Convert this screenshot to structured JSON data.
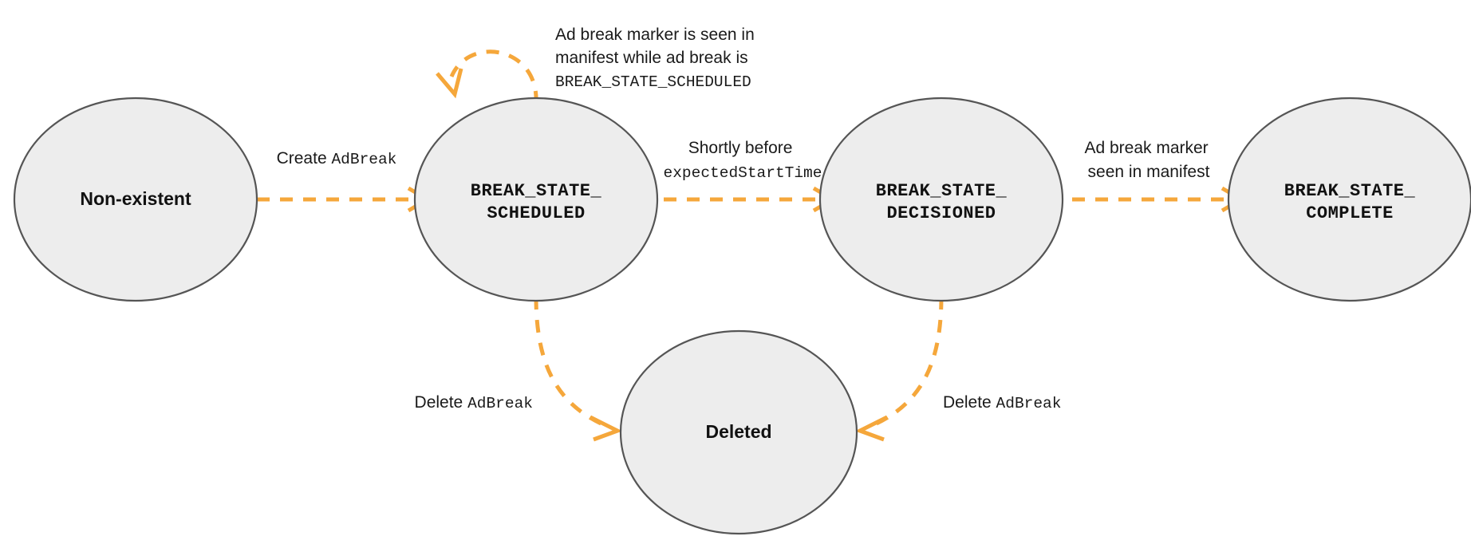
{
  "diagram": {
    "title": "AdBreak state machine",
    "background_color": "#ffffff",
    "node_fill": "#ededed",
    "node_stroke": "#555555",
    "edge_color": "#f5a73b",
    "nodes": [
      {
        "id": "non-existent",
        "label": "Non-existent",
        "label_lines": [
          "Non-existent"
        ],
        "style": "plain"
      },
      {
        "id": "break-state-scheduled",
        "label": "BREAK_STATE_SCHEDULED",
        "label_lines": [
          "BREAK_STATE_",
          "SCHEDULED"
        ],
        "style": "mono"
      },
      {
        "id": "break-state-decisioned",
        "label": "BREAK_STATE_DECISIONED",
        "label_lines": [
          "BREAK_STATE_",
          "DECISIONED"
        ],
        "style": "mono"
      },
      {
        "id": "break-state-complete",
        "label": "BREAK_STATE_COMPLETE",
        "label_lines": [
          "BREAK_STATE_",
          "COMPLETE"
        ],
        "style": "mono"
      },
      {
        "id": "deleted",
        "label": "Deleted",
        "label_lines": [
          "Deleted"
        ],
        "style": "plain"
      }
    ],
    "edges": [
      {
        "id": "create-adbreak",
        "from": "non-existent",
        "to": "break-state-scheduled",
        "label_lines": [
          [
            {
              "text": "Create ",
              "font": "sans"
            },
            {
              "text": "AdBreak",
              "font": "mono"
            }
          ]
        ]
      },
      {
        "id": "marker-seen-while-scheduled",
        "from": "break-state-scheduled",
        "to": "break-state-scheduled",
        "label_lines": [
          [
            {
              "text": "Ad break marker is seen in",
              "font": "sans"
            }
          ],
          [
            {
              "text": "manifest while ad break is",
              "font": "sans"
            }
          ],
          [
            {
              "text": "BREAK_STATE_SCHEDULED",
              "font": "mono"
            }
          ]
        ]
      },
      {
        "id": "shortly-before-expected-start-time",
        "from": "break-state-scheduled",
        "to": "break-state-decisioned",
        "label_lines": [
          [
            {
              "text": "Shortly before",
              "font": "sans"
            }
          ],
          [
            {
              "text": "expectedStartTime",
              "font": "mono"
            }
          ]
        ]
      },
      {
        "id": "marker-seen-in-manifest",
        "from": "break-state-decisioned",
        "to": "break-state-complete",
        "label_lines": [
          [
            {
              "text": "Ad break marker",
              "font": "sans"
            }
          ],
          [
            {
              "text": "seen in manifest",
              "font": "sans"
            }
          ]
        ]
      },
      {
        "id": "delete-adbreak-from-scheduled",
        "from": "break-state-scheduled",
        "to": "deleted",
        "label_lines": [
          [
            {
              "text": "Delete ",
              "font": "sans"
            },
            {
              "text": "AdBreak",
              "font": "mono"
            }
          ]
        ]
      },
      {
        "id": "delete-adbreak-from-decisioned",
        "from": "break-state-decisioned",
        "to": "deleted",
        "label_lines": [
          [
            {
              "text": "Delete ",
              "font": "sans"
            },
            {
              "text": "AdBreak",
              "font": "mono"
            }
          ]
        ]
      }
    ]
  },
  "labels": {
    "node_non_existent_l1": "Non-existent",
    "node_scheduled_l1": "BREAK_STATE_",
    "node_scheduled_l2": "SCHEDULED",
    "node_decisioned_l1": "BREAK_STATE_",
    "node_decisioned_l2": "DECISIONED",
    "node_complete_l1": "BREAK_STATE_",
    "node_complete_l2": "COMPLETE",
    "node_deleted_l1": "Deleted",
    "edge_create_sans": "Create ",
    "edge_create_mono": "AdBreak",
    "edge_loop_l1": "Ad break marker is seen in",
    "edge_loop_l2": "manifest while ad break is",
    "edge_loop_l3": "BREAK_STATE_SCHEDULED",
    "edge_shortly_l1": "Shortly before",
    "edge_shortly_l2": "expectedStartTime",
    "edge_marker_l1": "Ad break marker",
    "edge_marker_l2": "seen in manifest",
    "edge_delete_left_sans": "Delete ",
    "edge_delete_left_mono": "AdBreak",
    "edge_delete_right_sans": "Delete ",
    "edge_delete_right_mono": "AdBreak"
  }
}
